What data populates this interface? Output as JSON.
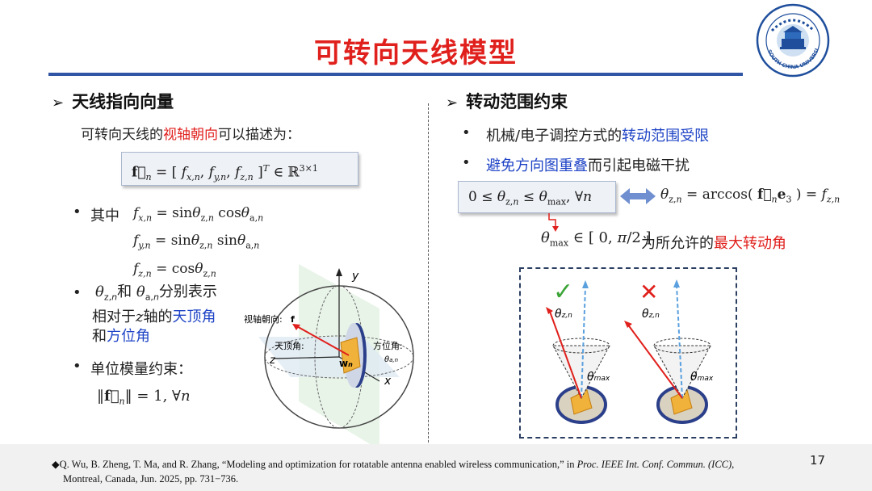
{
  "slide": {
    "title": "可转向天线模型",
    "page_number": "17",
    "left": {
      "heading": "天线指向向量",
      "intro_pre": "可转向天线的",
      "intro_red": "视轴朝向",
      "intro_post": "可以描述为：",
      "bullet1_label": "其中",
      "bullet2_pre": "和",
      "bullet2_post": "分别表示",
      "bullet2_line2_pre": "相对于",
      "bullet2_line2_axis": "z",
      "bullet2_line2_mid": "轴的",
      "bullet2_zenith": "天顶角",
      "bullet2_line3_pre": "和",
      "bullet2_azimuth": "方位角",
      "bullet3": "单位模量约束："
    },
    "figure_left": {
      "label_boresight": "视轴朝向:",
      "label_zenith": "天顶角:",
      "label_azimuth": "方位角:",
      "axis_y": "y",
      "axis_x": "x",
      "axis_z": "z"
    },
    "right": {
      "heading": "转动范围约束",
      "bullet1_pre": "机械/电子调控方式的",
      "bullet1_blue": "转动范围受限",
      "bullet2_blue": "避免方向图重叠",
      "bullet2_post": "而引起电磁干扰",
      "range_text_pre": "为所允许的",
      "range_text_red": "最大转动角"
    },
    "figure_right": {
      "ok_mark": "✓",
      "bad_mark": "✕"
    },
    "reference": {
      "line1_pre": "◆Q. Wu, B. Zheng, T. Ma, and R. Zhang, “Modeling and optimization for rotatable antenna enabled wireless communication,” in ",
      "line1_italic": "Proc. IEEE Int. Conf. Commun. (ICC)",
      "line1_post": ",",
      "line2": "Montreal, Canada, Jun. 2025, pp. 731−736."
    },
    "logo_text": "SOUTH CHINA UNIVERSITY OF TECHNOLOGY",
    "colors": {
      "title_red": "#e0201c",
      "accent_blue": "#1f44c6",
      "rule_blue": "#2f55a4"
    }
  }
}
